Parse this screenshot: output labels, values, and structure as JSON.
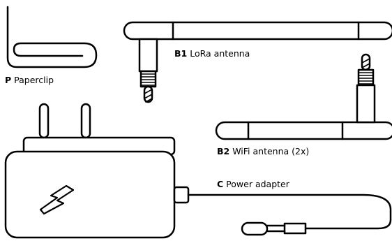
{
  "items": [
    {
      "id": "paperclip",
      "code": "P",
      "name": "Paperclip"
    },
    {
      "id": "lora",
      "code": "B1",
      "name": "LoRa antenna"
    },
    {
      "id": "wifi",
      "code": "B2",
      "name": "WiFi antenna (2x)"
    },
    {
      "id": "power",
      "code": "C",
      "name": "Power adapter"
    }
  ],
  "style": {
    "stroke": "#000000",
    "fill": "#ffffff"
  }
}
